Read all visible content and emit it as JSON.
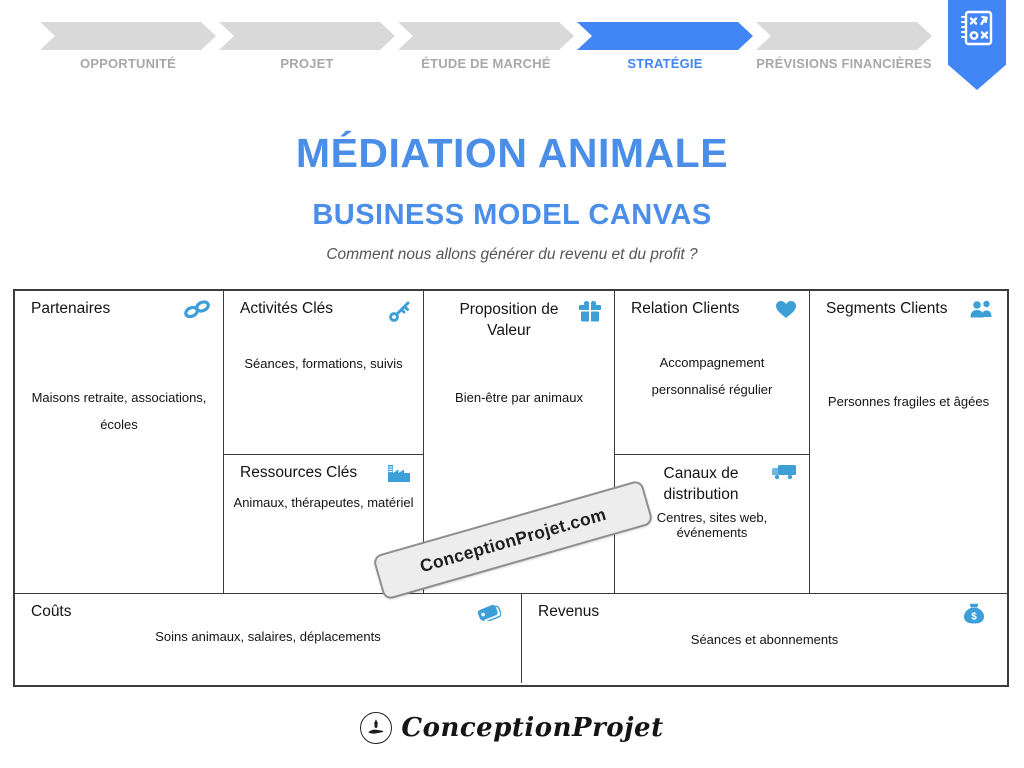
{
  "nav": {
    "steps": [
      {
        "label": "OPPORTUNITÉ",
        "active": false
      },
      {
        "label": "PROJET",
        "active": false
      },
      {
        "label": "ÉTUDE DE MARCHÉ",
        "active": false
      },
      {
        "label": "STRATÉGIE",
        "active": true
      },
      {
        "label": "PRÉVISIONS FINANCIÈRES",
        "active": false
      }
    ],
    "bookmark_icon": "strategy-board-icon"
  },
  "header": {
    "title": "MÉDIATION ANIMALE",
    "subtitle": "BUSINESS MODEL CANVAS",
    "tagline": "Comment nous allons générer du revenu et du profit ?"
  },
  "canvas": {
    "partenaires": {
      "label": "Partenaires",
      "icon": "link-icon",
      "content": "Maisons retraite, associations,\nécoles"
    },
    "activites": {
      "label": "Activités Clés",
      "icon": "key-icon",
      "content": "Séances, formations, suivis"
    },
    "ressources": {
      "label": "Ressources Clés",
      "icon": "factory-icon",
      "content": "Animaux, thérapeutes, matériel"
    },
    "proposition": {
      "label": "Proposition de\nValeur",
      "icon": "gift-icon",
      "content": "Bien-être par animaux"
    },
    "relation": {
      "label": "Relation Clients",
      "icon": "heart-icon",
      "content": "Accompagnement\npersonnalisé régulier"
    },
    "canaux": {
      "label": "Canaux de\ndistribution",
      "icon": "truck-icon",
      "content": "Centres, sites web, événements"
    },
    "segments": {
      "label": "Segments Clients",
      "icon": "users-icon",
      "content": "Personnes fragiles et âgées"
    },
    "couts": {
      "label": "Coûts",
      "icon": "tags-icon",
      "content": "Soins animaux, salaires, déplacements"
    },
    "revenus": {
      "label": "Revenus",
      "icon": "moneybag-icon",
      "content": "Séances et abonnements"
    }
  },
  "watermark": {
    "text": "ConceptionProjet.com"
  },
  "footer": {
    "brand": "ConceptionProjet",
    "logo_icon": "hand-holding-rocket-icon"
  },
  "colors": {
    "accent_blue": "#4285F4",
    "title_blue": "#4A8EE8",
    "icon_blue": "#3D9FD8",
    "arrow_gray": "#D9D9D9",
    "label_gray": "#A8A8A8",
    "border_dark": "#3C3C3C"
  }
}
